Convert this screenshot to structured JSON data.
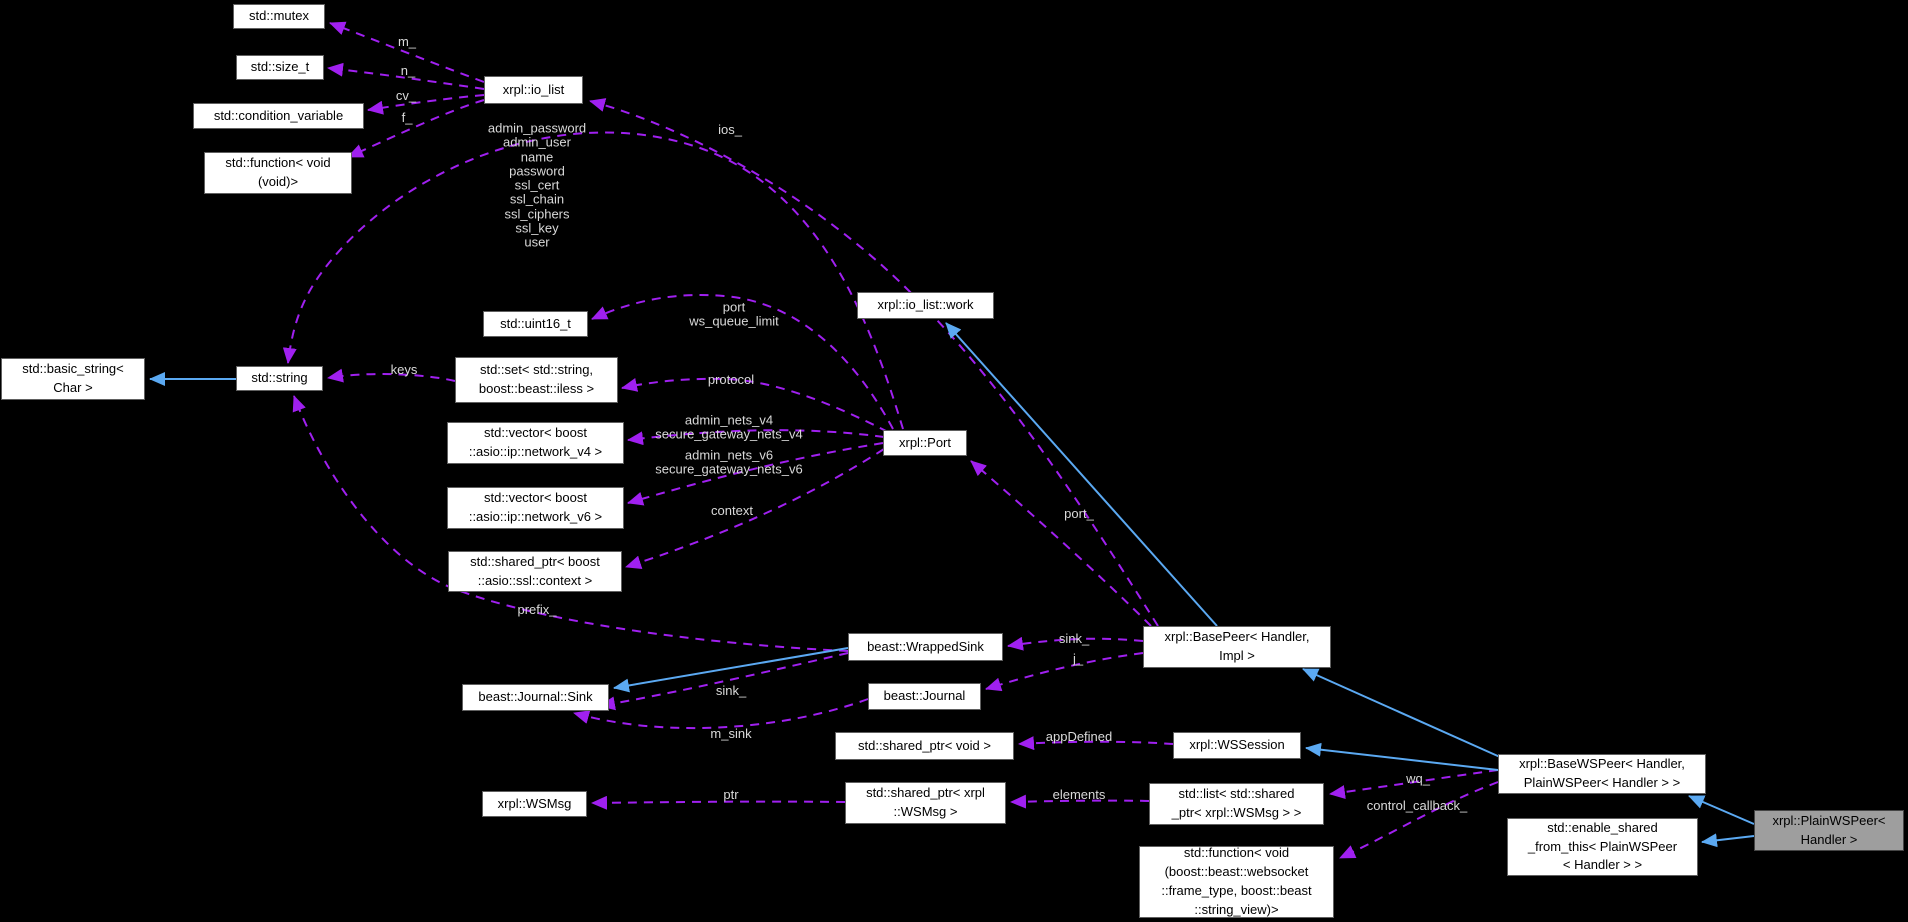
{
  "diagram": {
    "type": "collaboration-graph",
    "highlighted_node": "xrpl::PlainWSPeer< Handler >"
  },
  "colors": {
    "background": "#000000",
    "node_fill": "#ffffff",
    "node_border": "#606060",
    "highlight_fill": "#9e9e9e",
    "usage_edge": "#a020f0",
    "inheritance_edge": "#5ba9f2",
    "edge_label_text": "#d9d9d9",
    "node_text": "#000000"
  },
  "nodes": [
    {
      "id": "mutex",
      "label": "std::mutex"
    },
    {
      "id": "size_t",
      "label": "std::size_t"
    },
    {
      "id": "cond_var",
      "label": "std::condition_variable"
    },
    {
      "id": "function_void",
      "label": "std::function< void\n(void)>"
    },
    {
      "id": "io_list",
      "label": "xrpl::io_list"
    },
    {
      "id": "io_list_work",
      "label": "xrpl::io_list::work"
    },
    {
      "id": "uint16",
      "label": "std::uint16_t"
    },
    {
      "id": "set_string",
      "label": "std::set< std::string,\nboost::beast::iless >"
    },
    {
      "id": "basic_string",
      "label": "std::basic_string<\nChar >"
    },
    {
      "id": "string",
      "label": "std::string"
    },
    {
      "id": "vector_v4",
      "label": "std::vector< boost\n::asio::ip::network_v4 >"
    },
    {
      "id": "vector_v6",
      "label": "std::vector< boost\n::asio::ip::network_v6 >"
    },
    {
      "id": "sptr_ssl",
      "label": "std::shared_ptr< boost\n::asio::ssl::context >"
    },
    {
      "id": "port",
      "label": "xrpl::Port"
    },
    {
      "id": "wrapped_sink",
      "label": "beast::WrappedSink"
    },
    {
      "id": "journal_sink",
      "label": "beast::Journal::Sink"
    },
    {
      "id": "journal",
      "label": "beast::Journal"
    },
    {
      "id": "sptr_void",
      "label": "std::shared_ptr< void >"
    },
    {
      "id": "base_peer",
      "label": "xrpl::BasePeer< Handler,\nImpl >"
    },
    {
      "id": "ws_session",
      "label": "xrpl::WSSession"
    },
    {
      "id": "wsmsg",
      "label": "xrpl::WSMsg"
    },
    {
      "id": "sptr_wsmsg",
      "label": "std::shared_ptr< xrpl\n::WSMsg >"
    },
    {
      "id": "list_sptr",
      "label": "std::list< std::shared\n_ptr< xrpl::WSMsg > >"
    },
    {
      "id": "function_ws",
      "label": "std::function< void\n(boost::beast::websocket\n::frame_type, boost::beast\n::string_view)>"
    },
    {
      "id": "base_ws_peer",
      "label": "xrpl::BaseWSPeer< Handler,\nPlainWSPeer< Handler > >"
    },
    {
      "id": "enable_shared",
      "label": "std::enable_shared\n_from_this< PlainWSPeer\n< Handler > >"
    },
    {
      "id": "plain_ws_peer",
      "label": "xrpl::PlainWSPeer<\nHandler >",
      "highlighted": true
    }
  ],
  "edges": [
    {
      "id": "m",
      "from": "io_list",
      "to": "mutex",
      "kind": "usage",
      "label": "m_"
    },
    {
      "id": "n",
      "from": "io_list",
      "to": "size_t",
      "kind": "usage",
      "label": "n_"
    },
    {
      "id": "cv",
      "from": "io_list",
      "to": "cond_var",
      "kind": "usage",
      "label": "cv_"
    },
    {
      "id": "f",
      "from": "io_list",
      "to": "function_void",
      "kind": "usage",
      "label": "f_"
    },
    {
      "id": "ios",
      "from": "base_peer",
      "to": "io_list",
      "kind": "usage",
      "label": "ios_"
    },
    {
      "id": "port_strings",
      "from": "port",
      "to": "string",
      "kind": "usage",
      "label": "admin_password\nadmin_user\nname\npassword\nssl_cert\nssl_chain\nssl_ciphers\nssl_key\nuser"
    },
    {
      "id": "port_num",
      "from": "port",
      "to": "uint16",
      "kind": "usage",
      "label": "port\nws_queue_limit"
    },
    {
      "id": "protocol",
      "from": "port",
      "to": "set_string",
      "kind": "usage",
      "label": "protocol"
    },
    {
      "id": "keys",
      "from": "set_string",
      "to": "string",
      "kind": "usage",
      "label": "keys"
    },
    {
      "id": "nets_v4",
      "from": "port",
      "to": "vector_v4",
      "kind": "usage",
      "label": "admin_nets_v4\nsecure_gateway_nets_v4"
    },
    {
      "id": "nets_v6",
      "from": "port",
      "to": "vector_v6",
      "kind": "usage",
      "label": "admin_nets_v6\nsecure_gateway_nets_v6"
    },
    {
      "id": "context",
      "from": "port",
      "to": "sptr_ssl",
      "kind": "usage",
      "label": "context"
    },
    {
      "id": "prefix",
      "from": "wrapped_sink",
      "to": "string",
      "kind": "usage",
      "label": "prefix_"
    },
    {
      "id": "sink_ws",
      "from": "wrapped_sink",
      "to": "journal_sink",
      "kind": "usage",
      "label": "sink_"
    },
    {
      "id": "m_sink",
      "from": "journal",
      "to": "journal_sink",
      "kind": "usage",
      "label": "m_sink"
    },
    {
      "id": "sink_bp",
      "from": "base_peer",
      "to": "wrapped_sink",
      "kind": "usage",
      "label": "sink_"
    },
    {
      "id": "j",
      "from": "base_peer",
      "to": "journal",
      "kind": "usage",
      "label": "j_"
    },
    {
      "id": "port_ref",
      "from": "base_peer",
      "to": "port",
      "kind": "usage",
      "label": "port_"
    },
    {
      "id": "appDefined",
      "from": "ws_session",
      "to": "sptr_void",
      "kind": "usage",
      "label": "appDefined"
    },
    {
      "id": "ptr",
      "from": "sptr_wsmsg",
      "to": "wsmsg",
      "kind": "usage",
      "label": "ptr"
    },
    {
      "id": "elements",
      "from": "list_sptr",
      "to": "sptr_wsmsg",
      "kind": "usage",
      "label": "elements"
    },
    {
      "id": "wq",
      "from": "base_ws_peer",
      "to": "list_sptr",
      "kind": "usage",
      "label": "wq_"
    },
    {
      "id": "control_cb",
      "from": "base_ws_peer",
      "to": "function_ws",
      "kind": "usage",
      "label": "control_callback_"
    },
    {
      "id": "inh_string",
      "from": "string",
      "to": "basic_string",
      "kind": "inheritance",
      "label": ""
    },
    {
      "id": "inh_wsink",
      "from": "wrapped_sink",
      "to": "journal_sink",
      "kind": "inheritance",
      "label": ""
    },
    {
      "id": "inh_bp_work",
      "from": "base_peer",
      "to": "io_list_work",
      "kind": "inheritance",
      "label": ""
    },
    {
      "id": "inh_bwsp_bp",
      "from": "base_ws_peer",
      "to": "base_peer",
      "kind": "inheritance",
      "label": ""
    },
    {
      "id": "inh_bwsp_ws",
      "from": "base_ws_peer",
      "to": "ws_session",
      "kind": "inheritance",
      "label": ""
    },
    {
      "id": "inh_pwsp_bwsp",
      "from": "plain_ws_peer",
      "to": "base_ws_peer",
      "kind": "inheritance",
      "label": ""
    },
    {
      "id": "inh_pwsp_esft",
      "from": "plain_ws_peer",
      "to": "enable_shared",
      "kind": "inheritance",
      "label": ""
    }
  ]
}
